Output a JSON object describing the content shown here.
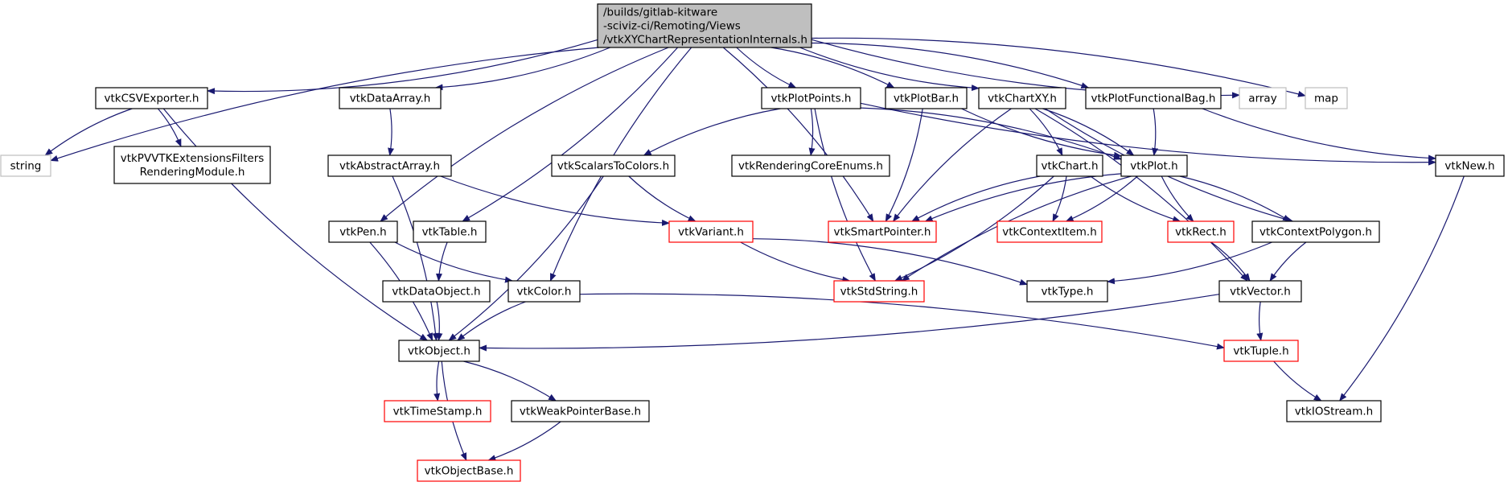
{
  "colors": {
    "edge": "#191970",
    "root_fill": "#bfbfbf",
    "node_border_black": "#000000",
    "node_border_red": "#ff0000",
    "node_border_gray": "#bfbfbf"
  },
  "nodes": [
    {
      "id": "root",
      "lines": [
        "/builds/gitlab-kitware",
        "-sciviz-ci/Remoting/Views",
        "/vtkXYChartRepresentationInternals.h"
      ],
      "style": "root"
    },
    {
      "id": "csvexporter",
      "lines": [
        "vtkCSVExporter.h"
      ],
      "style": "black"
    },
    {
      "id": "string",
      "lines": [
        "string"
      ],
      "style": "gray"
    },
    {
      "id": "pvvtkext",
      "lines": [
        "vtkPVVTKExtensionsFilters",
        "RenderingModule.h"
      ],
      "style": "black"
    },
    {
      "id": "dataarray",
      "lines": [
        "vtkDataArray.h"
      ],
      "style": "black"
    },
    {
      "id": "abstractarray",
      "lines": [
        "vtkAbstractArray.h"
      ],
      "style": "black"
    },
    {
      "id": "pen",
      "lines": [
        "vtkPen.h"
      ],
      "style": "black"
    },
    {
      "id": "table",
      "lines": [
        "vtkTable.h"
      ],
      "style": "black"
    },
    {
      "id": "dataobject",
      "lines": [
        "vtkDataObject.h"
      ],
      "style": "black"
    },
    {
      "id": "color",
      "lines": [
        "vtkColor.h"
      ],
      "style": "black"
    },
    {
      "id": "object",
      "lines": [
        "vtkObject.h"
      ],
      "style": "black"
    },
    {
      "id": "timestamp",
      "lines": [
        "vtkTimeStamp.h"
      ],
      "style": "red"
    },
    {
      "id": "weakptr",
      "lines": [
        "vtkWeakPointerBase.h"
      ],
      "style": "black"
    },
    {
      "id": "objectbase",
      "lines": [
        "vtkObjectBase.h"
      ],
      "style": "red"
    },
    {
      "id": "scalarstocolors",
      "lines": [
        "vtkScalarsToColors.h"
      ],
      "style": "black"
    },
    {
      "id": "variant",
      "lines": [
        "vtkVariant.h"
      ],
      "style": "red"
    },
    {
      "id": "plotpoints",
      "lines": [
        "vtkPlotPoints.h"
      ],
      "style": "black"
    },
    {
      "id": "renderingenums",
      "lines": [
        "vtkRenderingCoreEnums.h"
      ],
      "style": "black"
    },
    {
      "id": "smartpointer",
      "lines": [
        "vtkSmartPointer.h"
      ],
      "style": "red"
    },
    {
      "id": "stdstring",
      "lines": [
        "vtkStdString.h"
      ],
      "style": "red"
    },
    {
      "id": "plotbar",
      "lines": [
        "vtkPlotBar.h"
      ],
      "style": "black"
    },
    {
      "id": "chartxy",
      "lines": [
        "vtkChartXY.h"
      ],
      "style": "black"
    },
    {
      "id": "chart",
      "lines": [
        "vtkChart.h"
      ],
      "style": "black"
    },
    {
      "id": "contextitem",
      "lines": [
        "vtkContextItem.h"
      ],
      "style": "red"
    },
    {
      "id": "plot",
      "lines": [
        "vtkPlot.h"
      ],
      "style": "black"
    },
    {
      "id": "rect",
      "lines": [
        "vtkRect.h"
      ],
      "style": "red"
    },
    {
      "id": "contextpolygon",
      "lines": [
        "vtkContextPolygon.h"
      ],
      "style": "black"
    },
    {
      "id": "type",
      "lines": [
        "vtkType.h"
      ],
      "style": "black"
    },
    {
      "id": "vector",
      "lines": [
        "vtkVector.h"
      ],
      "style": "black"
    },
    {
      "id": "tuple",
      "lines": [
        "vtkTuple.h"
      ],
      "style": "red"
    },
    {
      "id": "iostream",
      "lines": [
        "vtkIOStream.h"
      ],
      "style": "black"
    },
    {
      "id": "plotfuncbag",
      "lines": [
        "vtkPlotFunctionalBag.h"
      ],
      "style": "black"
    },
    {
      "id": "array",
      "lines": [
        "array"
      ],
      "style": "gray"
    },
    {
      "id": "map",
      "lines": [
        "map"
      ],
      "style": "gray"
    },
    {
      "id": "new",
      "lines": [
        "vtkNew.h"
      ],
      "style": "black"
    }
  ],
  "edges": [
    [
      "root",
      "csvexporter"
    ],
    [
      "root",
      "string"
    ],
    [
      "root",
      "dataarray"
    ],
    [
      "root",
      "pen"
    ],
    [
      "root",
      "table"
    ],
    [
      "root",
      "color"
    ],
    [
      "root",
      "smartpointer"
    ],
    [
      "root",
      "plotpoints"
    ],
    [
      "root",
      "plotbar"
    ],
    [
      "root",
      "chartxy"
    ],
    [
      "root",
      "plotfuncbag"
    ],
    [
      "root",
      "array"
    ],
    [
      "root",
      "map"
    ],
    [
      "csvexporter",
      "string"
    ],
    [
      "csvexporter",
      "pvvtkext"
    ],
    [
      "csvexporter",
      "object"
    ],
    [
      "dataarray",
      "abstractarray"
    ],
    [
      "abstractarray",
      "variant"
    ],
    [
      "abstractarray",
      "object"
    ],
    [
      "pen",
      "color"
    ],
    [
      "pen",
      "object"
    ],
    [
      "table",
      "dataobject"
    ],
    [
      "dataobject",
      "object"
    ],
    [
      "color",
      "object"
    ],
    [
      "color",
      "tuple"
    ],
    [
      "object",
      "timestamp"
    ],
    [
      "object",
      "weakptr"
    ],
    [
      "object",
      "objectbase"
    ],
    [
      "weakptr",
      "objectbase"
    ],
    [
      "scalarstocolors",
      "variant"
    ],
    [
      "scalarstocolors",
      "object"
    ],
    [
      "variant",
      "stdstring"
    ],
    [
      "variant",
      "type"
    ],
    [
      "plotpoints",
      "scalarstocolors"
    ],
    [
      "plotpoints",
      "renderingenums"
    ],
    [
      "plotpoints",
      "stdstring"
    ],
    [
      "plotpoints",
      "plot"
    ],
    [
      "plotpoints",
      "new"
    ],
    [
      "plotbar",
      "smartpointer"
    ],
    [
      "plotbar",
      "plot"
    ],
    [
      "chartxy",
      "chart"
    ],
    [
      "chartxy",
      "smartpointer"
    ],
    [
      "chartxy",
      "plot"
    ],
    [
      "chartxy",
      "contextpolygon"
    ],
    [
      "chartxy",
      "vector"
    ],
    [
      "chart",
      "smartpointer"
    ],
    [
      "chart",
      "contextitem"
    ],
    [
      "chart",
      "rect"
    ],
    [
      "chart",
      "stdstring"
    ],
    [
      "plot",
      "smartpointer"
    ],
    [
      "plot",
      "contextitem"
    ],
    [
      "plot",
      "rect"
    ],
    [
      "plot",
      "contextpolygon"
    ],
    [
      "plot",
      "stdstring"
    ],
    [
      "rect",
      "vector"
    ],
    [
      "contextpolygon",
      "vector"
    ],
    [
      "contextpolygon",
      "type"
    ],
    [
      "vector",
      "tuple"
    ],
    [
      "vector",
      "object"
    ],
    [
      "tuple",
      "iostream"
    ],
    [
      "plotfuncbag",
      "plot"
    ],
    [
      "plotfuncbag",
      "new"
    ],
    [
      "new",
      "iostream"
    ]
  ]
}
